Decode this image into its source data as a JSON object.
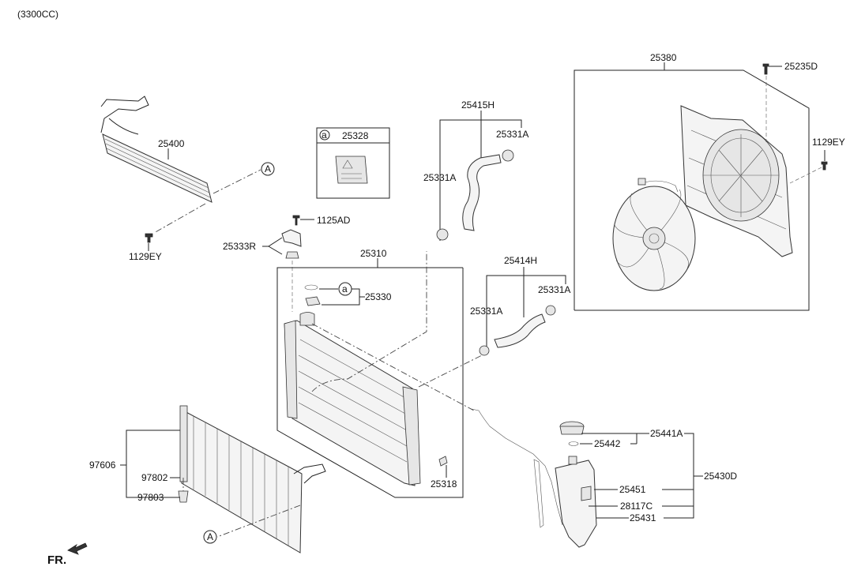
{
  "header": {
    "engine": "(3300CC)"
  },
  "labels": {
    "p25380": "25380",
    "p25235D": "25235D",
    "p1129EY_fan": "1129EY",
    "p25415H": "25415H",
    "p25331A_1": "25331A",
    "p25331A_2": "25331A",
    "p25331A_3": "25331A",
    "p25331A_4": "25331A",
    "p25400": "25400",
    "p1129EY_oc": "1129EY",
    "p25328": "25328",
    "p1125AD": "1125AD",
    "p25333R": "25333R",
    "p25310": "25310",
    "p25330": "25330",
    "p25414H": "25414H",
    "p25318": "25318",
    "p97606": "97606",
    "p97802": "97802",
    "p97803": "97803",
    "p25441A": "25441A",
    "p25442": "25442",
    "p25430D": "25430D",
    "p25451": "25451",
    "p28117C": "28117C",
    "p25431": "25431"
  },
  "circle_marks": {
    "a_box": "a",
    "a_cap": "a",
    "A_top": "A",
    "A_bottom": "A"
  },
  "footer": {
    "front_label": "FR."
  }
}
